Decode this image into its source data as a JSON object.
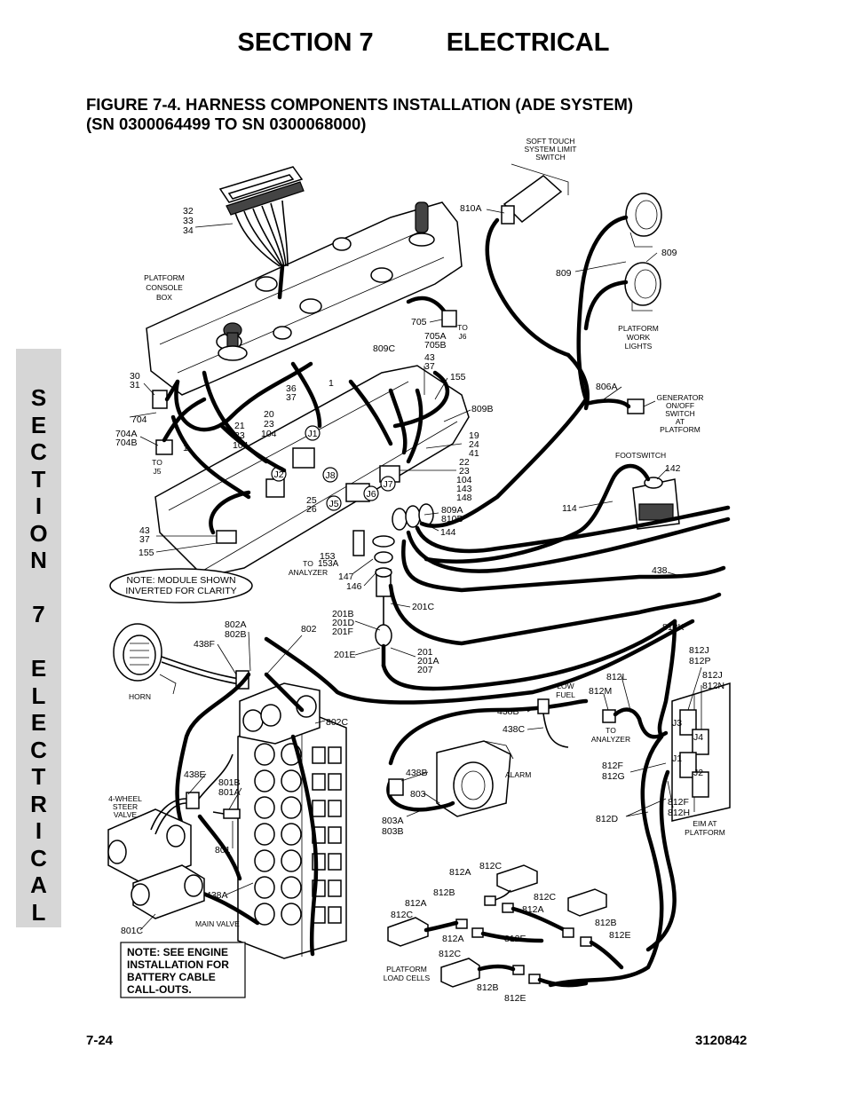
{
  "header": {
    "section": "SECTION 7",
    "topic": "ELECTRICAL"
  },
  "figure": {
    "title_line1": "FIGURE 7-4. HARNESS COMPONENTS INSTALLATION (ADE SYSTEM)",
    "title_line2": "(SN 0300064499 TO SN 0300068000)"
  },
  "side_tab": [
    "S",
    "E",
    "C",
    "T",
    "I",
    "O",
    "N",
    "",
    "7",
    "",
    "E",
    "L",
    "E",
    "C",
    "T",
    "R",
    "I",
    "C",
    "A",
    "L"
  ],
  "footer": {
    "page": "7-24",
    "doc_number": "3120842"
  },
  "notes": {
    "module": {
      "line1": "NOTE: MODULE SHOWN",
      "line2": "INVERTED FOR CLARITY"
    },
    "engine": {
      "line1": "NOTE: SEE ENGINE",
      "line2": "INSTALLATION FOR",
      "line3": "BATTERY CABLE",
      "line4": "CALL-OUTS."
    }
  },
  "captions": {
    "soft_touch": [
      "SOFT TOUCH",
      "SYSTEM LIMIT",
      "SWITCH"
    ],
    "platform_console": [
      "PLATFORM",
      "CONSOLE",
      "BOX"
    ],
    "platform_work_lights": [
      "PLATFORM",
      "WORK",
      "LIGHTS"
    ],
    "generator": [
      "GENERATOR",
      "ON/OFF",
      "SWITCH",
      "AT",
      "PLATFORM"
    ],
    "footswitch": "FOOTSWITCH",
    "to_analyzer_1": [
      "TO",
      "ANALYZER"
    ],
    "to_analyzer_2": [
      "TO",
      "ANALYZER"
    ],
    "to_j6": [
      "TO",
      "J6"
    ],
    "to_j5": [
      "TO",
      "J5"
    ],
    "horn": "HORN",
    "low_fuel": [
      "LOW",
      "FUEL"
    ],
    "alarm": "ALARM",
    "four_wheel_steer": [
      "4-WHEEL",
      "STEER",
      "VALVE"
    ],
    "main_valve": "MAIN VALVE",
    "eim": [
      "EIM AT",
      "PLATFORM"
    ],
    "platform_load_cells": [
      "PLATFORM",
      "LOAD CELLS"
    ]
  },
  "connectors": [
    "J1",
    "J2",
    "J5",
    "J6",
    "J7",
    "J8"
  ],
  "eim_connectors": [
    "J3",
    "J4",
    "J1",
    "J2"
  ],
  "callouts": {
    "c_32_34": [
      "32",
      "33",
      "34"
    ],
    "c_810A": "810A",
    "c_809_top": "809",
    "c_809": "809",
    "c_705": "705",
    "c_705AB": [
      "705A",
      "705B"
    ],
    "c_809C": "809C",
    "c_43_37_top": [
      "43",
      "37"
    ],
    "c_155_top": "155",
    "c_1a": "1",
    "c_36_37": [
      "36",
      "37"
    ],
    "c_30_31": [
      "30",
      "31"
    ],
    "c_704": "704",
    "c_704AB": [
      "704A",
      "704B"
    ],
    "c_1b": "1",
    "c_20_23_104": [
      "20",
      "23",
      "104"
    ],
    "c_21_23_104": [
      "21",
      "23",
      "104"
    ],
    "c_806A": "806A",
    "c_809B": "809B",
    "c_19_24_41": [
      "19",
      "24",
      "41"
    ],
    "c_22_148": [
      "22",
      "23",
      "104",
      "143",
      "148"
    ],
    "c_809A_810B": [
      "809A",
      "810B"
    ],
    "c_144": "144",
    "c_25_26": [
      "25",
      "26"
    ],
    "c_142": "142",
    "c_114": "114",
    "c_43_37_bot": [
      "43",
      "37"
    ],
    "c_155_bot": "155",
    "c_153": [
      "153",
      "153A"
    ],
    "c_147": "147",
    "c_146": "146",
    "c_438": "438",
    "c_201C": "201C",
    "c_201BDF": [
      "201B",
      "201D",
      "201F"
    ],
    "c_201E": "201E",
    "c_201_207": [
      "201",
      "201A",
      "207"
    ],
    "c_802AB": [
      "802A",
      "802B"
    ],
    "c_802": "802",
    "c_438F": "438F",
    "c_812K": "812K",
    "c_812JP": [
      "812J",
      "812P"
    ],
    "c_812JN": [
      "812J",
      "812N"
    ],
    "c_812L": "812L",
    "c_812M": "812M",
    "c_438B_top": "438B",
    "c_438C_top": "438C",
    "c_802C": "802C",
    "c_812FG": [
      "812F",
      "812G"
    ],
    "c_438E": "438E",
    "c_801BA": [
      "801B",
      "801A"
    ],
    "c_438B_alarm": "438B",
    "c_803": "803",
    "c_803AB": [
      "803A",
      "803B"
    ],
    "c_812FH": [
      "812F",
      "812H"
    ],
    "c_812D": "812D",
    "c_801": "801",
    "c_438A": "438A",
    "c_801C": "801C",
    "c_812A_1": "812A",
    "c_812C_1": "812C",
    "c_812B_1": "812B",
    "c_812A_2": "812A",
    "c_812C_2": "812C",
    "c_812C_3": "812C",
    "c_812A_3": "812A",
    "c_812B_2": "812B",
    "c_812E_1": "812E",
    "c_812E_2": "812E",
    "c_812A_4": "812A",
    "c_812C_4": "812C",
    "c_812B_3": "812B",
    "c_812E_3": "812E"
  }
}
